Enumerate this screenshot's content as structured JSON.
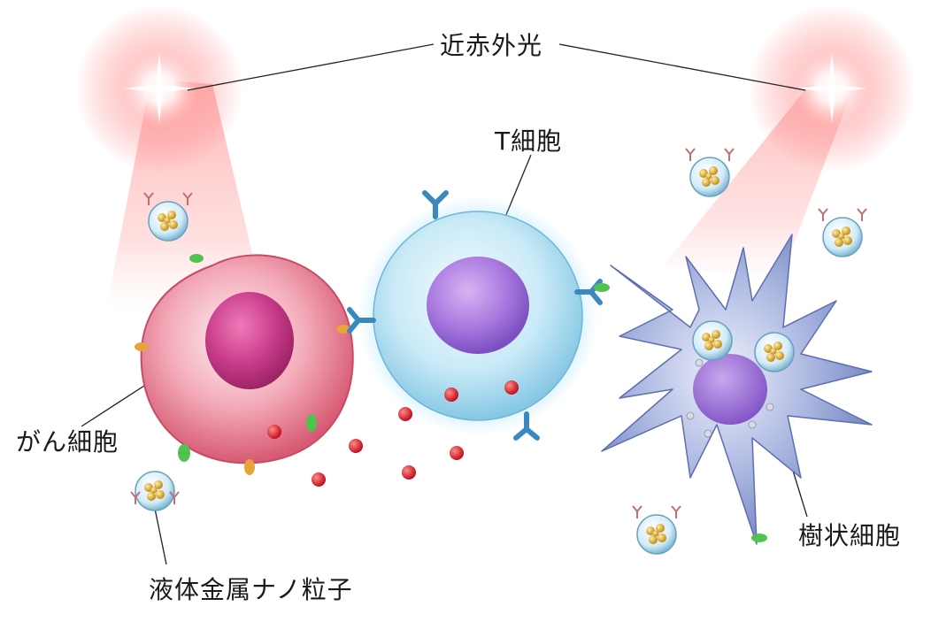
{
  "labels": {
    "near_infrared": "近赤外光",
    "t_cell": "T細胞",
    "cancer_cell": "がん細胞",
    "dendritic_cell": "樹状細胞",
    "nanoparticle": "液体金属ナノ粒子"
  },
  "colors": {
    "light_beam": "#ff6e6e",
    "cancer_cell": "#e2677f",
    "cancer_nucleus": "#c7357f",
    "t_cell": "#bfe4f4",
    "t_cell_nucleus": "#a770d6",
    "dendritic_cell": "#8f9fd2",
    "dendritic_nucleus": "#9a6fd3",
    "receptor": "#3a88c0",
    "antigen": "#d82a33",
    "gold_core": "#e0b12b"
  }
}
